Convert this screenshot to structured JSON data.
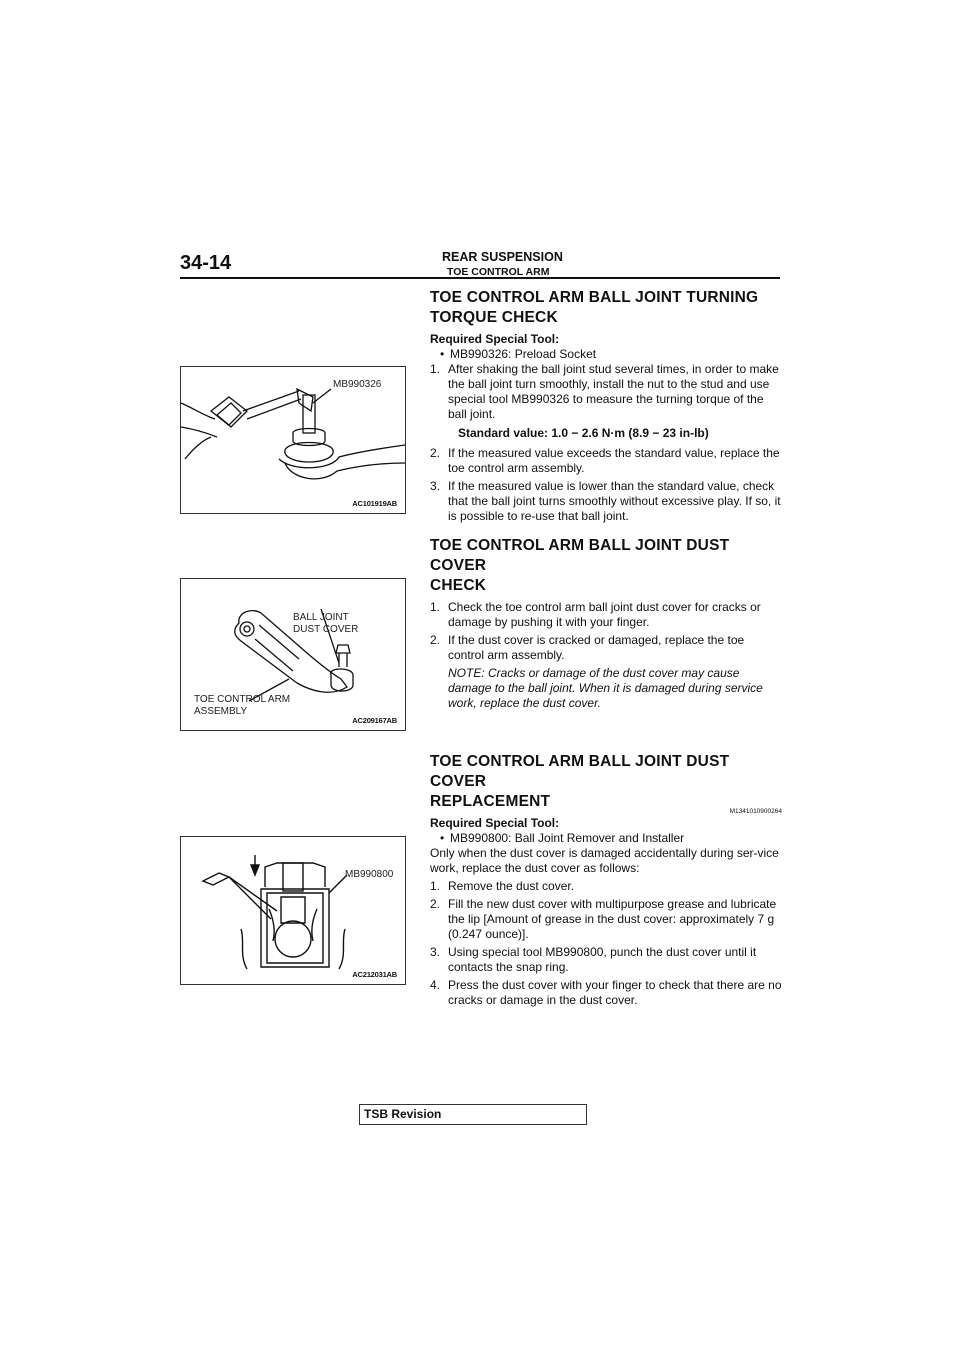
{
  "header": {
    "page_number": "34-14",
    "section": "REAR SUSPENSION",
    "subsection": "TOE CONTROL ARM"
  },
  "figures": {
    "fig1": {
      "label": "MB990326",
      "code": "AC101919AB"
    },
    "fig2": {
      "label1": "BALL JOINT",
      "label2": "DUST COVER",
      "label3": "TOE CONTROL ARM",
      "label4": "ASSEMBLY",
      "code": "AC209167AB"
    },
    "fig3": {
      "label": "MB990800",
      "code": "AC212031AB"
    }
  },
  "sections": {
    "s1": {
      "title_line1": "TOE CONTROL ARM BALL JOINT TURNING",
      "title_line2": "TORQUE CHECK",
      "required": "Required Special Tool:",
      "tool": "MB990326: Preload Socket",
      "step1_n": "1.",
      "step1": "After shaking the ball joint stud several times, in order to make the ball joint turn smoothly, install the nut to the stud and use special tool MB990326 to measure the turning torque of the ball joint.",
      "standard": "Standard value: 1.0 − 2.6 N·m (8.9 − 23 in-lb)",
      "step2_n": "2.",
      "step2": "If the measured value exceeds the standard value, replace the toe control arm assembly.",
      "step3_n": "3.",
      "step3": "If the measured value is lower than the standard value, check that the ball joint turns smoothly without excessive play. If so, it is possible to re-use that ball joint."
    },
    "s2": {
      "title_line1": "TOE CONTROL ARM BALL JOINT DUST COVER",
      "title_line2": "CHECK",
      "step1_n": "1.",
      "step1": "Check the toe control arm ball joint dust cover for cracks or damage by pushing it with your finger.",
      "step2_n": "2.",
      "step2": "If the dust cover is cracked or damaged, replace the toe control arm assembly.",
      "note": "NOTE: Cracks or damage of the dust cover may cause damage to the ball joint. When it is damaged during service work, replace the dust cover."
    },
    "s3": {
      "title_line1": "TOE CONTROL ARM BALL JOINT DUST COVER",
      "title_line2": "REPLACEMENT",
      "ref_code": "M1341010900264",
      "required": "Required Special Tool:",
      "tool": "MB990800: Ball Joint Remover and Installer",
      "intro": "Only when the dust cover is damaged accidentally during ser-vice work, replace the dust cover as follows:",
      "step1_n": "1.",
      "step1": "Remove the dust cover.",
      "step2_n": "2.",
      "step2": "Fill the new dust cover with multipurpose grease and lubricate the lip [Amount of grease in the dust cover: approximately 7 g (0.247 ounce)].",
      "step3_n": "3.",
      "step3": "Using special tool MB990800, punch the dust cover until it contacts the snap ring.",
      "step4_n": "4.",
      "step4": "Press the dust cover with your finger to check that there are no cracks or damage in the dust cover."
    }
  },
  "footer": {
    "tsb_label": "TSB Revision"
  }
}
